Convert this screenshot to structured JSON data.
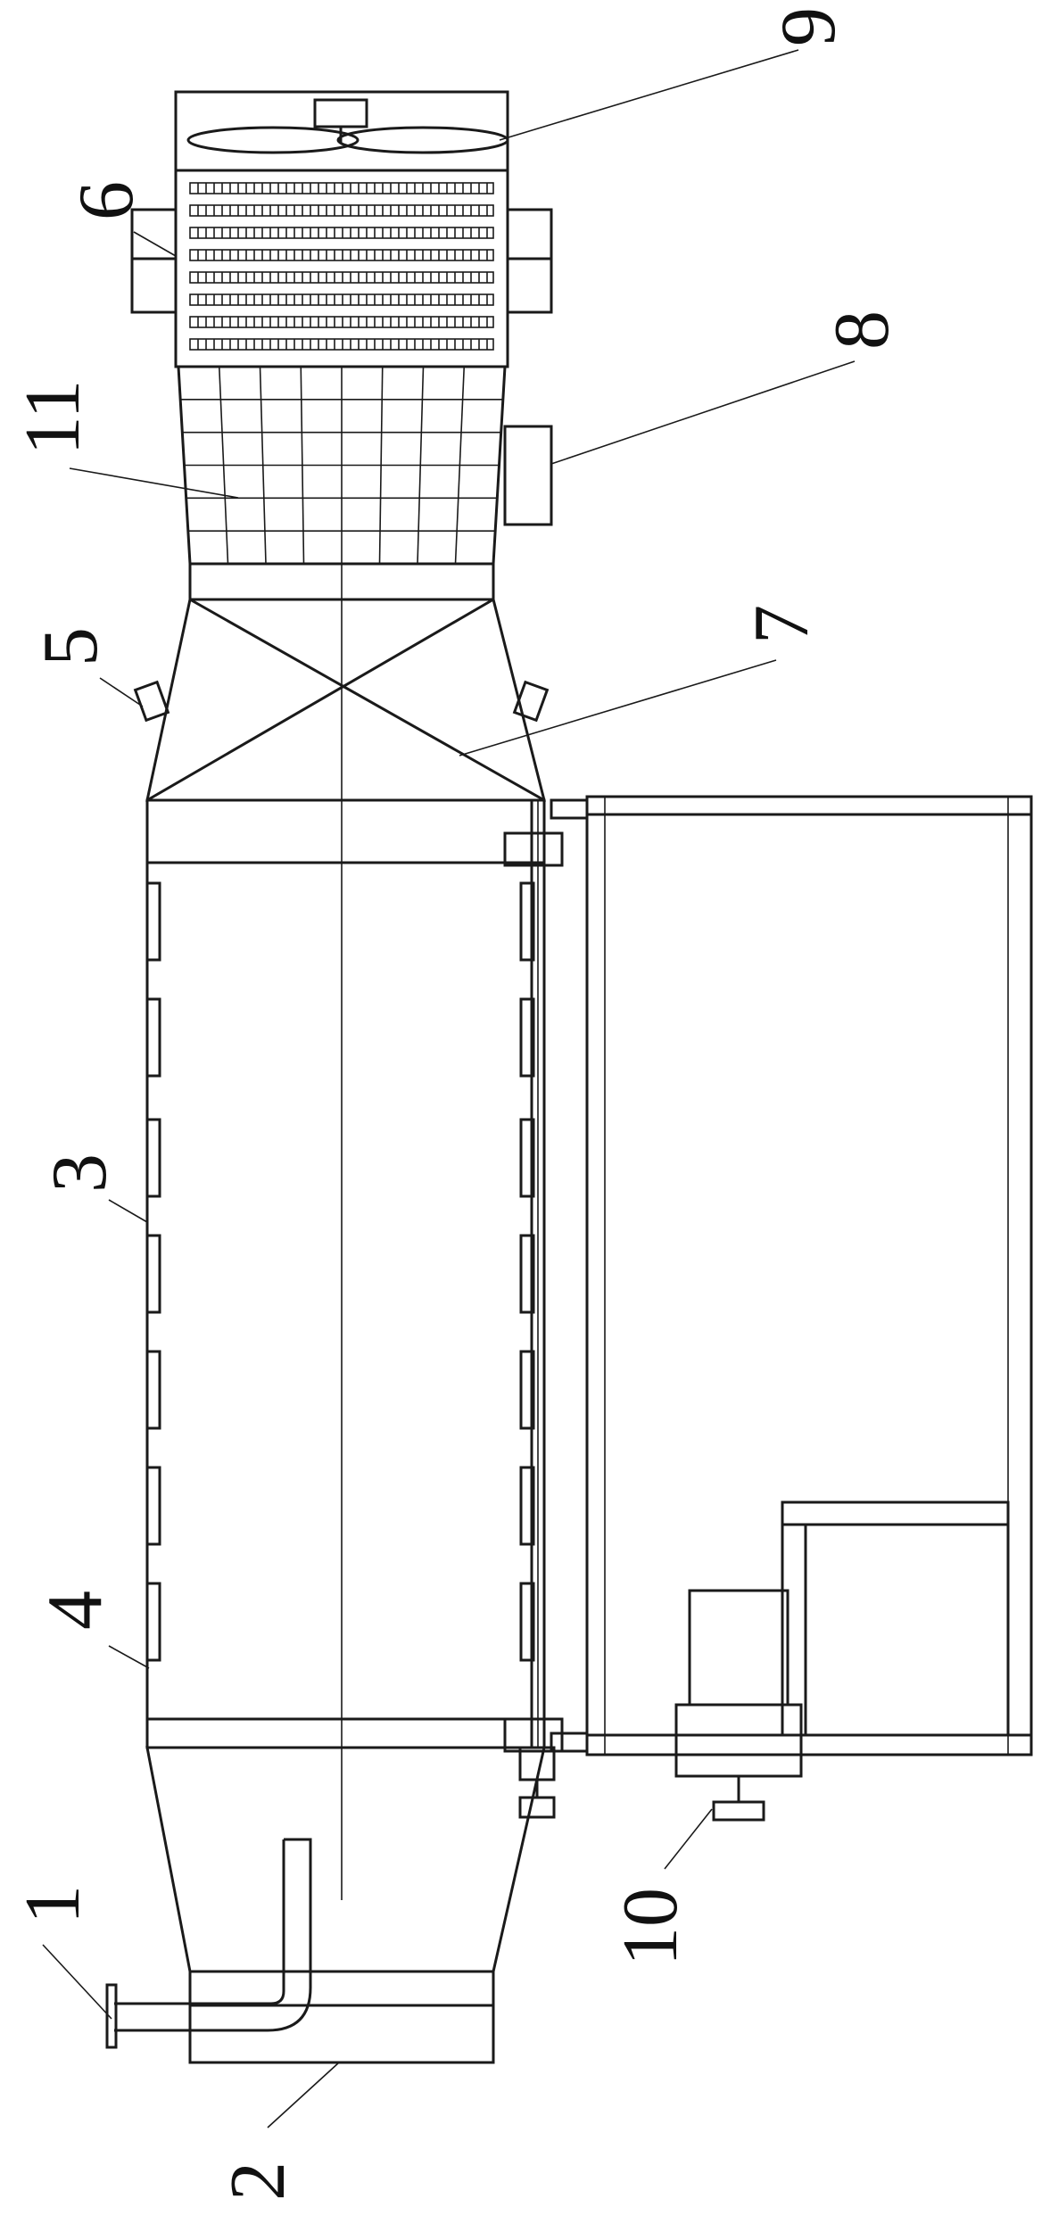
{
  "drawing": {
    "labels": [
      {
        "id": "label-1",
        "text": "1"
      },
      {
        "id": "label-2",
        "text": "2"
      },
      {
        "id": "label-3",
        "text": "3"
      },
      {
        "id": "label-4",
        "text": "4"
      },
      {
        "id": "label-5",
        "text": "5"
      },
      {
        "id": "label-6",
        "text": "6"
      },
      {
        "id": "label-7",
        "text": "7"
      },
      {
        "id": "label-8",
        "text": "8"
      },
      {
        "id": "label-9",
        "text": "9"
      },
      {
        "id": "label-10",
        "text": "10"
      },
      {
        "id": "label-11",
        "text": "11"
      }
    ]
  }
}
